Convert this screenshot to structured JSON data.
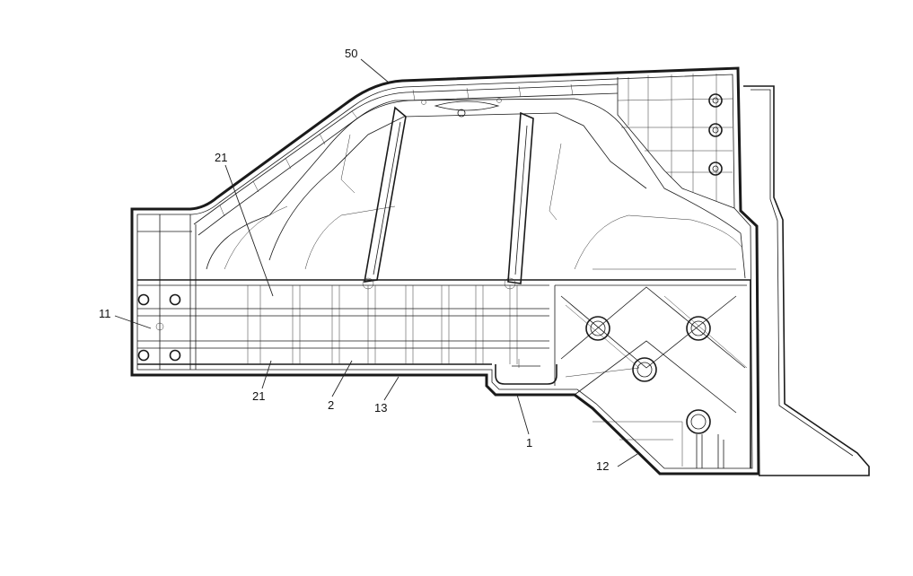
{
  "figure": {
    "type": "patent-line-drawing",
    "background": "#ffffff",
    "stroke_color": "#1a1a1a"
  },
  "labels": {
    "l50": "50",
    "l21_top": "21",
    "l11": "11",
    "l21_bottom": "21",
    "l2": "2",
    "l13": "13",
    "l1": "1",
    "l12": "12"
  }
}
